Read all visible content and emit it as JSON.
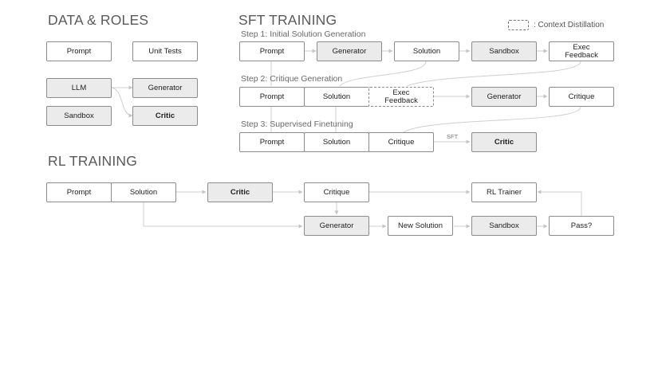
{
  "sections": {
    "data_roles": "DATA & ROLES",
    "sft": "SFT TRAINING",
    "rl": "RL TRAINING"
  },
  "legend": {
    "label": ": Context Distillation"
  },
  "steps": {
    "s1": "Step 1: Initial Solution Generation",
    "s2": "Step 2: Critique Generation",
    "s3": "Step 3: Supervised Finetuning"
  },
  "edge_labels": {
    "sft": "SFT"
  },
  "nodes": {
    "dr_prompt": "Prompt",
    "dr_unit_tests": "Unit Tests",
    "dr_llm": "LLM",
    "dr_generator": "Generator",
    "dr_sandbox": "Sandbox",
    "dr_critic": "Critic",
    "s1_prompt": "Prompt",
    "s1_generator": "Generator",
    "s1_solution": "Solution",
    "s1_sandbox": "Sandbox",
    "s1_exec": "Exec\nFeedback",
    "s2_prompt": "Prompt",
    "s2_solution": "Solution",
    "s2_exec": "Exec\nFeedback",
    "s2_generator": "Generator",
    "s2_critique": "Critique",
    "s3_prompt": "Prompt",
    "s3_solution": "Solution",
    "s3_critique": "Critique",
    "s3_critic": "Critic",
    "rl_prompt": "Prompt",
    "rl_solution": "Solution",
    "rl_critic": "Critic",
    "rl_critique": "Critique",
    "rl_trainer": "RL Trainer",
    "rl_generator": "Generator",
    "rl_new_solution": "New Solution",
    "rl_sandbox": "Sandbox",
    "rl_pass": "Pass?"
  }
}
